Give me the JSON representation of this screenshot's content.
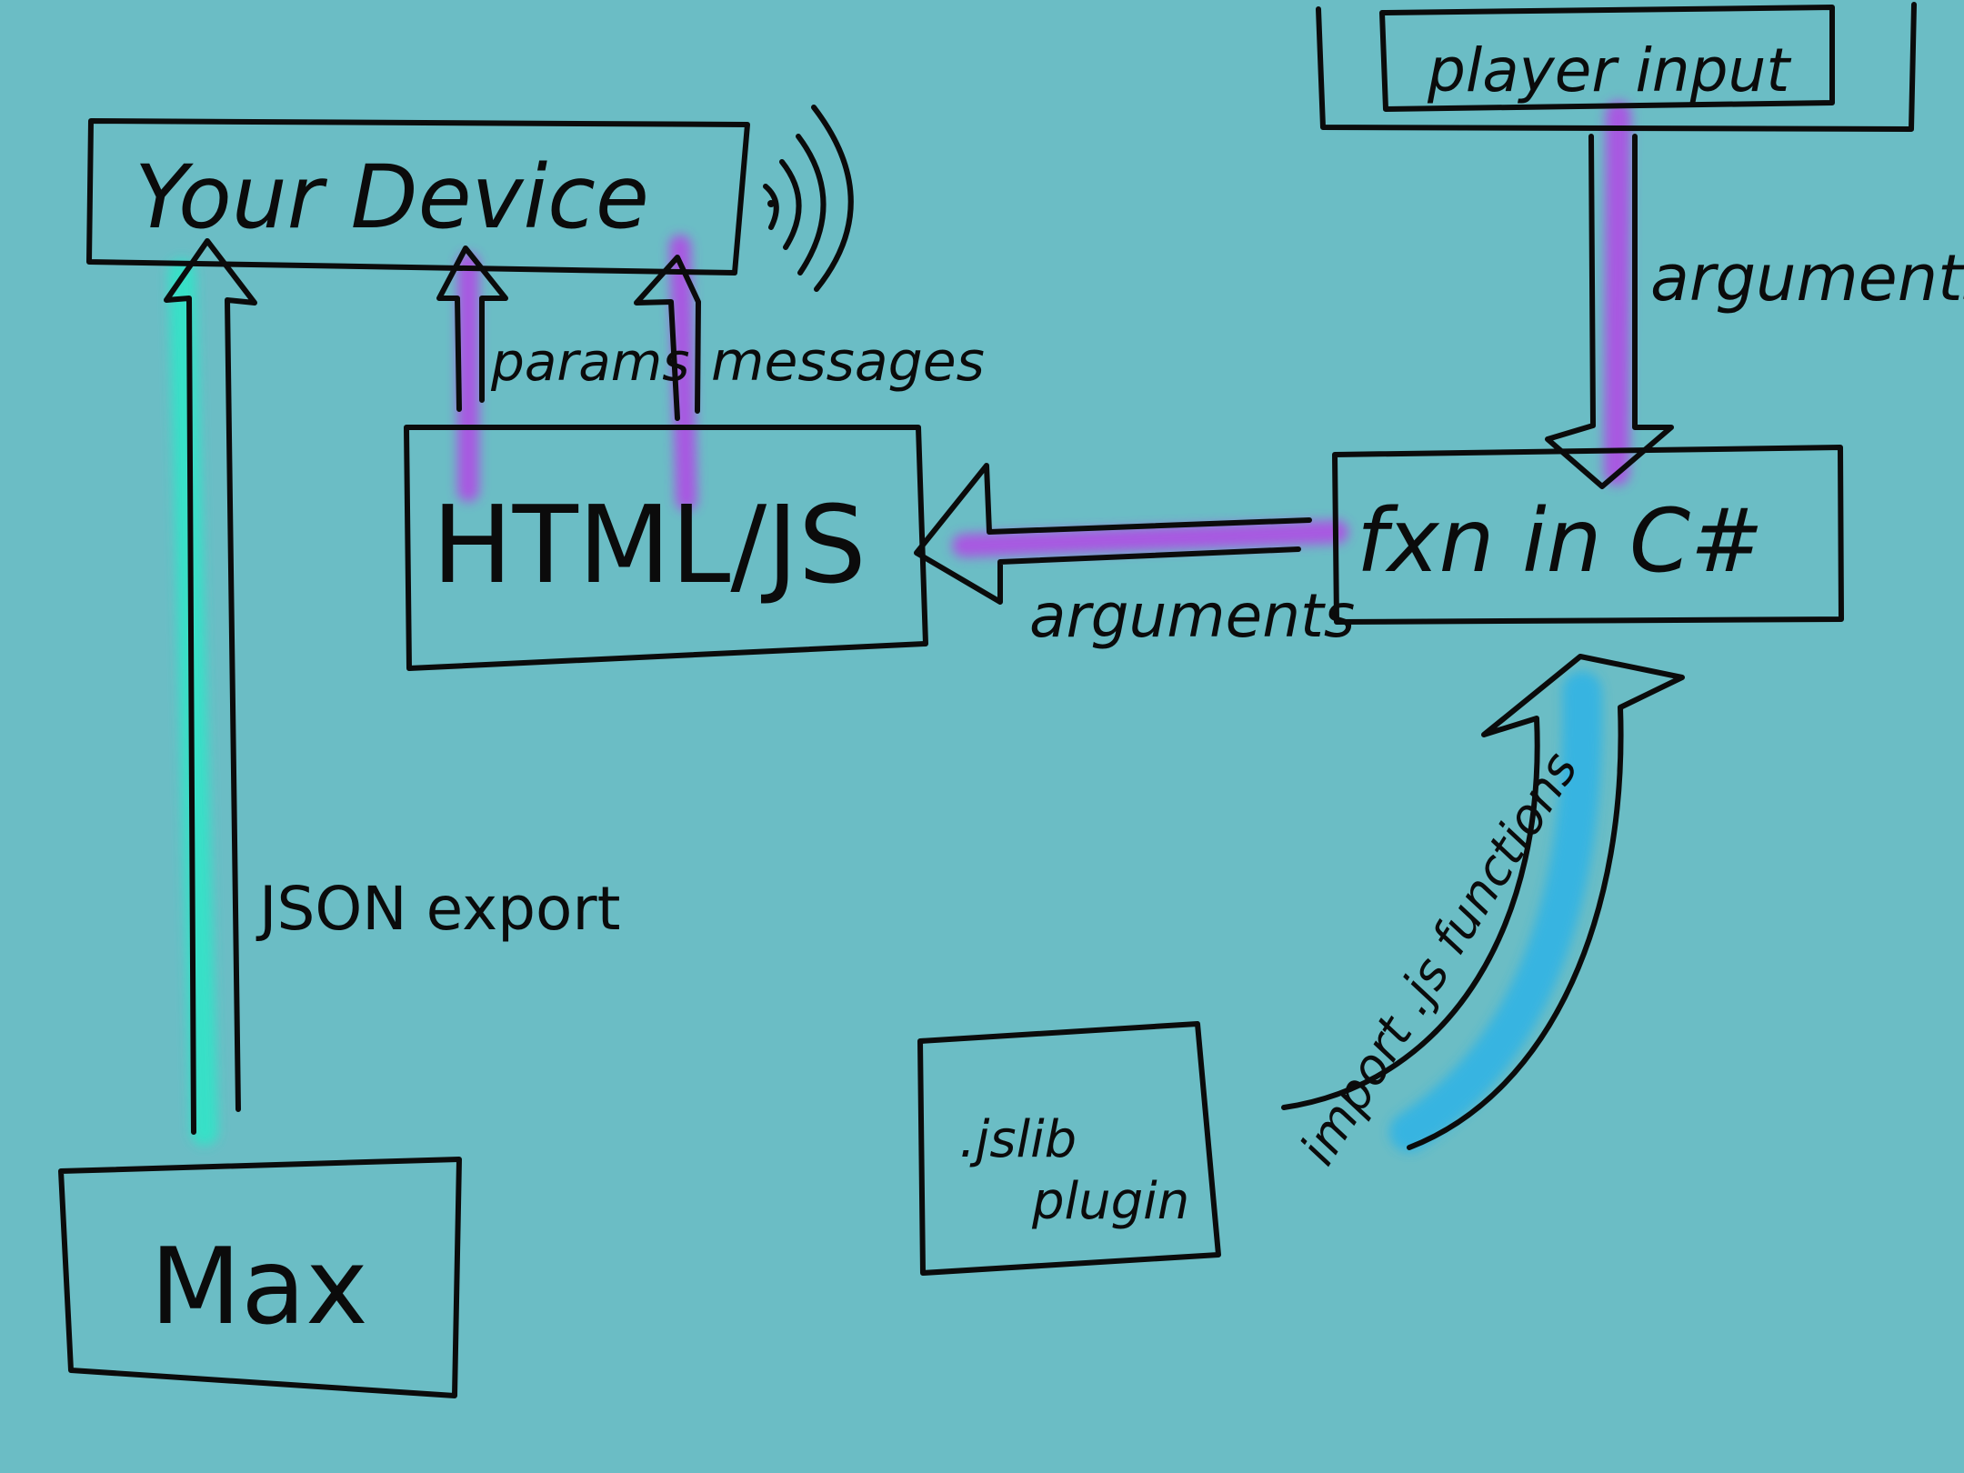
{
  "colors": {
    "background": "#6bbdc5",
    "ink": "#0b0b0b",
    "purple_highlight": "#b347e6",
    "teal_highlight": "#2ee6c8",
    "blue_highlight": "#2fb3e6"
  },
  "nodes": {
    "your_device": "Your Device",
    "html_js": "HTML/JS",
    "fxn_csharp": "fxn in C#",
    "player_input": "player input",
    "max": "Max",
    "jslib_line1": ".jslib",
    "jslib_line2": "plugin"
  },
  "edges": {
    "json_export": "JSON export",
    "params": "params",
    "messages": "messages",
    "arguments_to_html": "arguments",
    "arguments_from_player": "arguments",
    "import_js": "import .js functions"
  },
  "icons": {
    "device_signal": "wifi-signal-icon"
  }
}
